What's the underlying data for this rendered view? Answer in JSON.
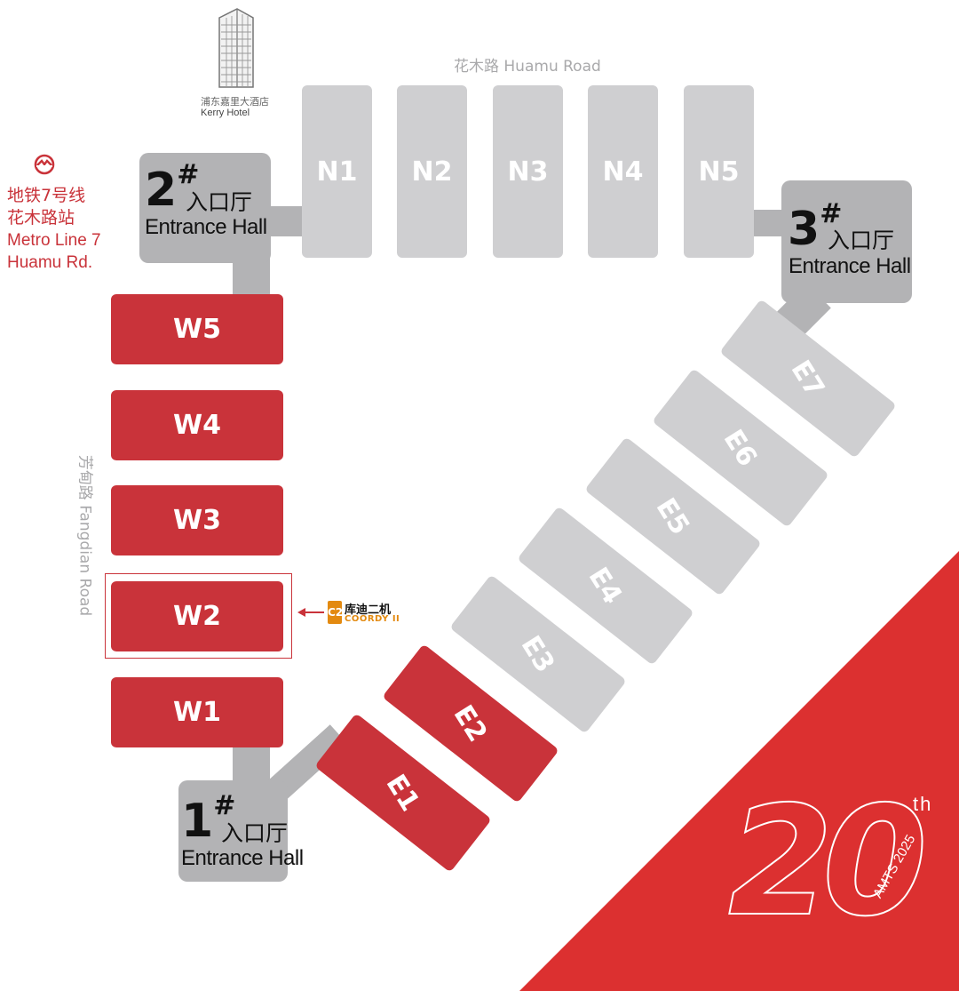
{
  "roads": {
    "huamu": "花木路 Huamu Road",
    "fangdian": "芳甸路 Fangdian Road"
  },
  "hotel": {
    "name_cn": "浦东嘉里大酒店",
    "name_en": "Kerry Hotel",
    "icon": "building-icon"
  },
  "metro": {
    "icon": "metro-logo-icon",
    "line1": "地铁7号线",
    "line2": "花木路站",
    "line3": "Metro Line 7",
    "line4": "Huamu Rd."
  },
  "entrances": [
    {
      "num": "1",
      "mark": "#",
      "cn": "入口厅",
      "en": "Entrance Hall"
    },
    {
      "num": "2",
      "mark": "#",
      "cn": "入口厅",
      "en": "Entrance Hall"
    },
    {
      "num": "3",
      "mark": "#",
      "cn": "入口厅",
      "en": "Entrance Hall"
    }
  ],
  "halls": {
    "north": [
      "N1",
      "N2",
      "N3",
      "N4",
      "N5"
    ],
    "west": [
      "W5",
      "W4",
      "W3",
      "W2",
      "W1"
    ],
    "east": [
      "E1",
      "E2",
      "E3",
      "E4",
      "E5",
      "E6",
      "E7"
    ]
  },
  "exhibitor": {
    "hall": "W2",
    "logo_mark": "C2",
    "name_cn": "库迪二机",
    "name_en": "COORDY II"
  },
  "badge": {
    "number": "20",
    "suffix": "th",
    "event": "AMTS 2025"
  },
  "colors": {
    "highlight_hall": "#c9333a",
    "regular_hall": "#cfcfd1",
    "entrance": "#b3b3b5",
    "corner": "#dc3030"
  }
}
